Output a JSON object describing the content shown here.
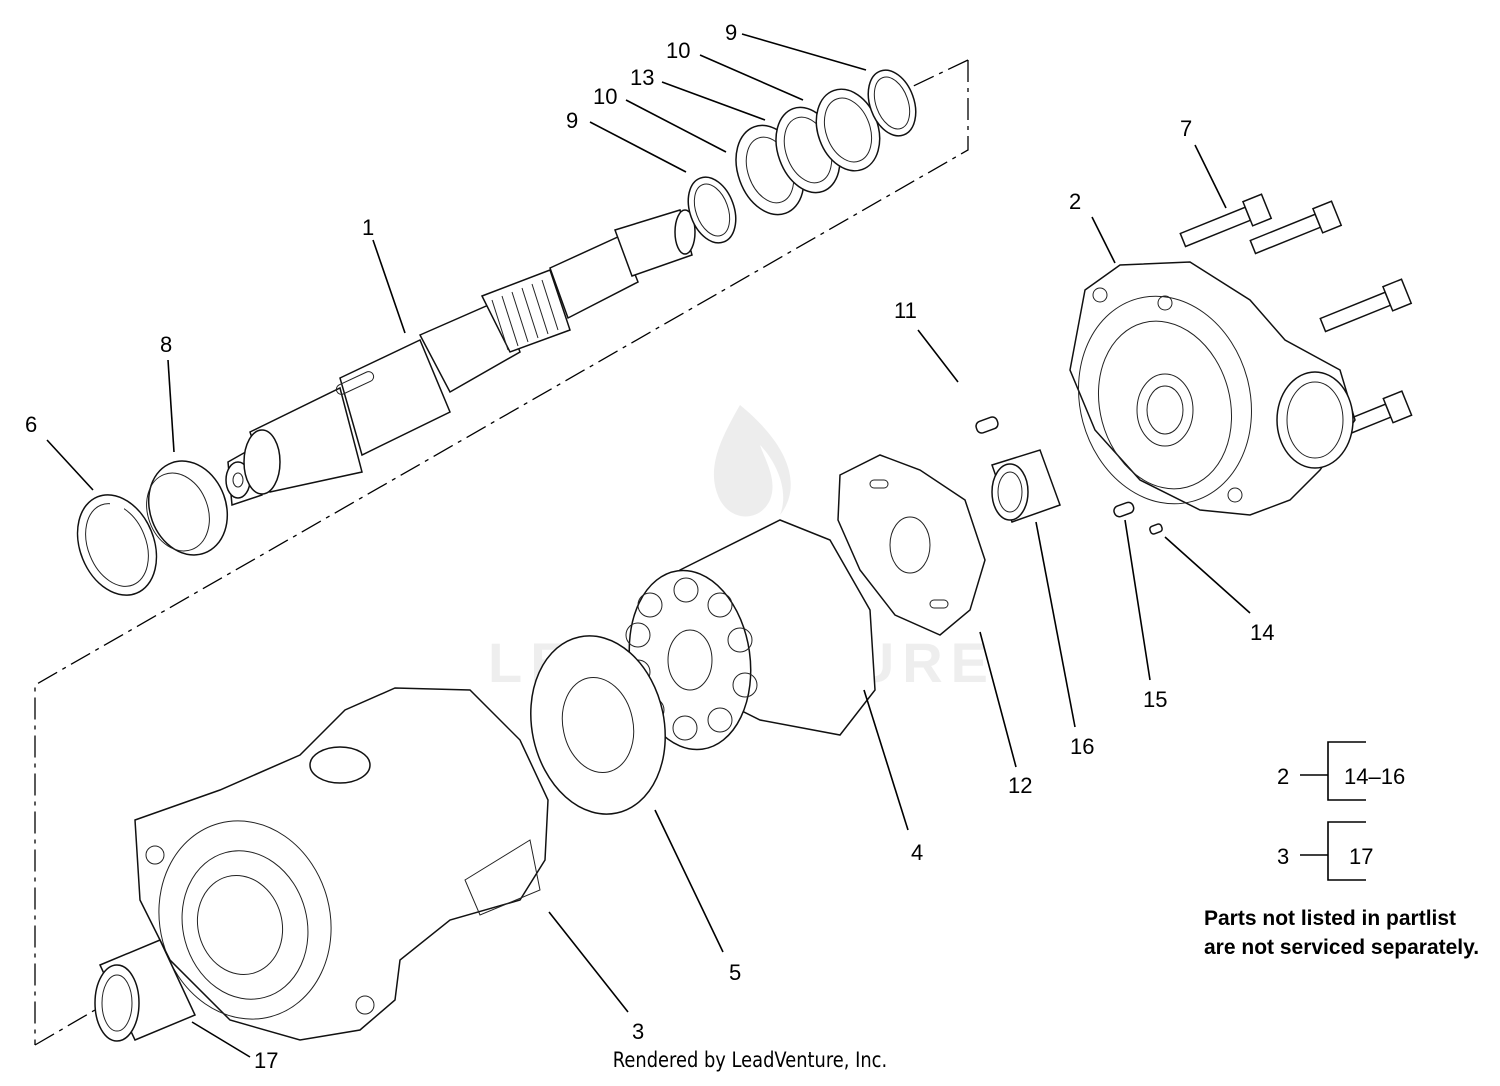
{
  "callouts": [
    {
      "id": "c1",
      "label": "1"
    },
    {
      "id": "c2",
      "label": "2"
    },
    {
      "id": "c3",
      "label": "3"
    },
    {
      "id": "c4",
      "label": "4"
    },
    {
      "id": "c5",
      "label": "5"
    },
    {
      "id": "c6",
      "label": "6"
    },
    {
      "id": "c7",
      "label": "7"
    },
    {
      "id": "c8",
      "label": "8"
    },
    {
      "id": "c9a",
      "label": "9"
    },
    {
      "id": "c9b",
      "label": "9"
    },
    {
      "id": "c10a",
      "label": "10"
    },
    {
      "id": "c10b",
      "label": "10"
    },
    {
      "id": "c11",
      "label": "11"
    },
    {
      "id": "c12",
      "label": "12"
    },
    {
      "id": "c13",
      "label": "13"
    },
    {
      "id": "c14",
      "label": "14"
    },
    {
      "id": "c15",
      "label": "15"
    },
    {
      "id": "c16",
      "label": "16"
    },
    {
      "id": "c17",
      "label": "17"
    }
  ],
  "legend": [
    {
      "parent": "2",
      "children": "14–16"
    },
    {
      "parent": "3",
      "children": "17"
    }
  ],
  "note": "Parts not listed in partlist are not serviced separately.",
  "credit": "Rendered by LeadVenture, Inc.",
  "watermark": "LEADVENTURE"
}
